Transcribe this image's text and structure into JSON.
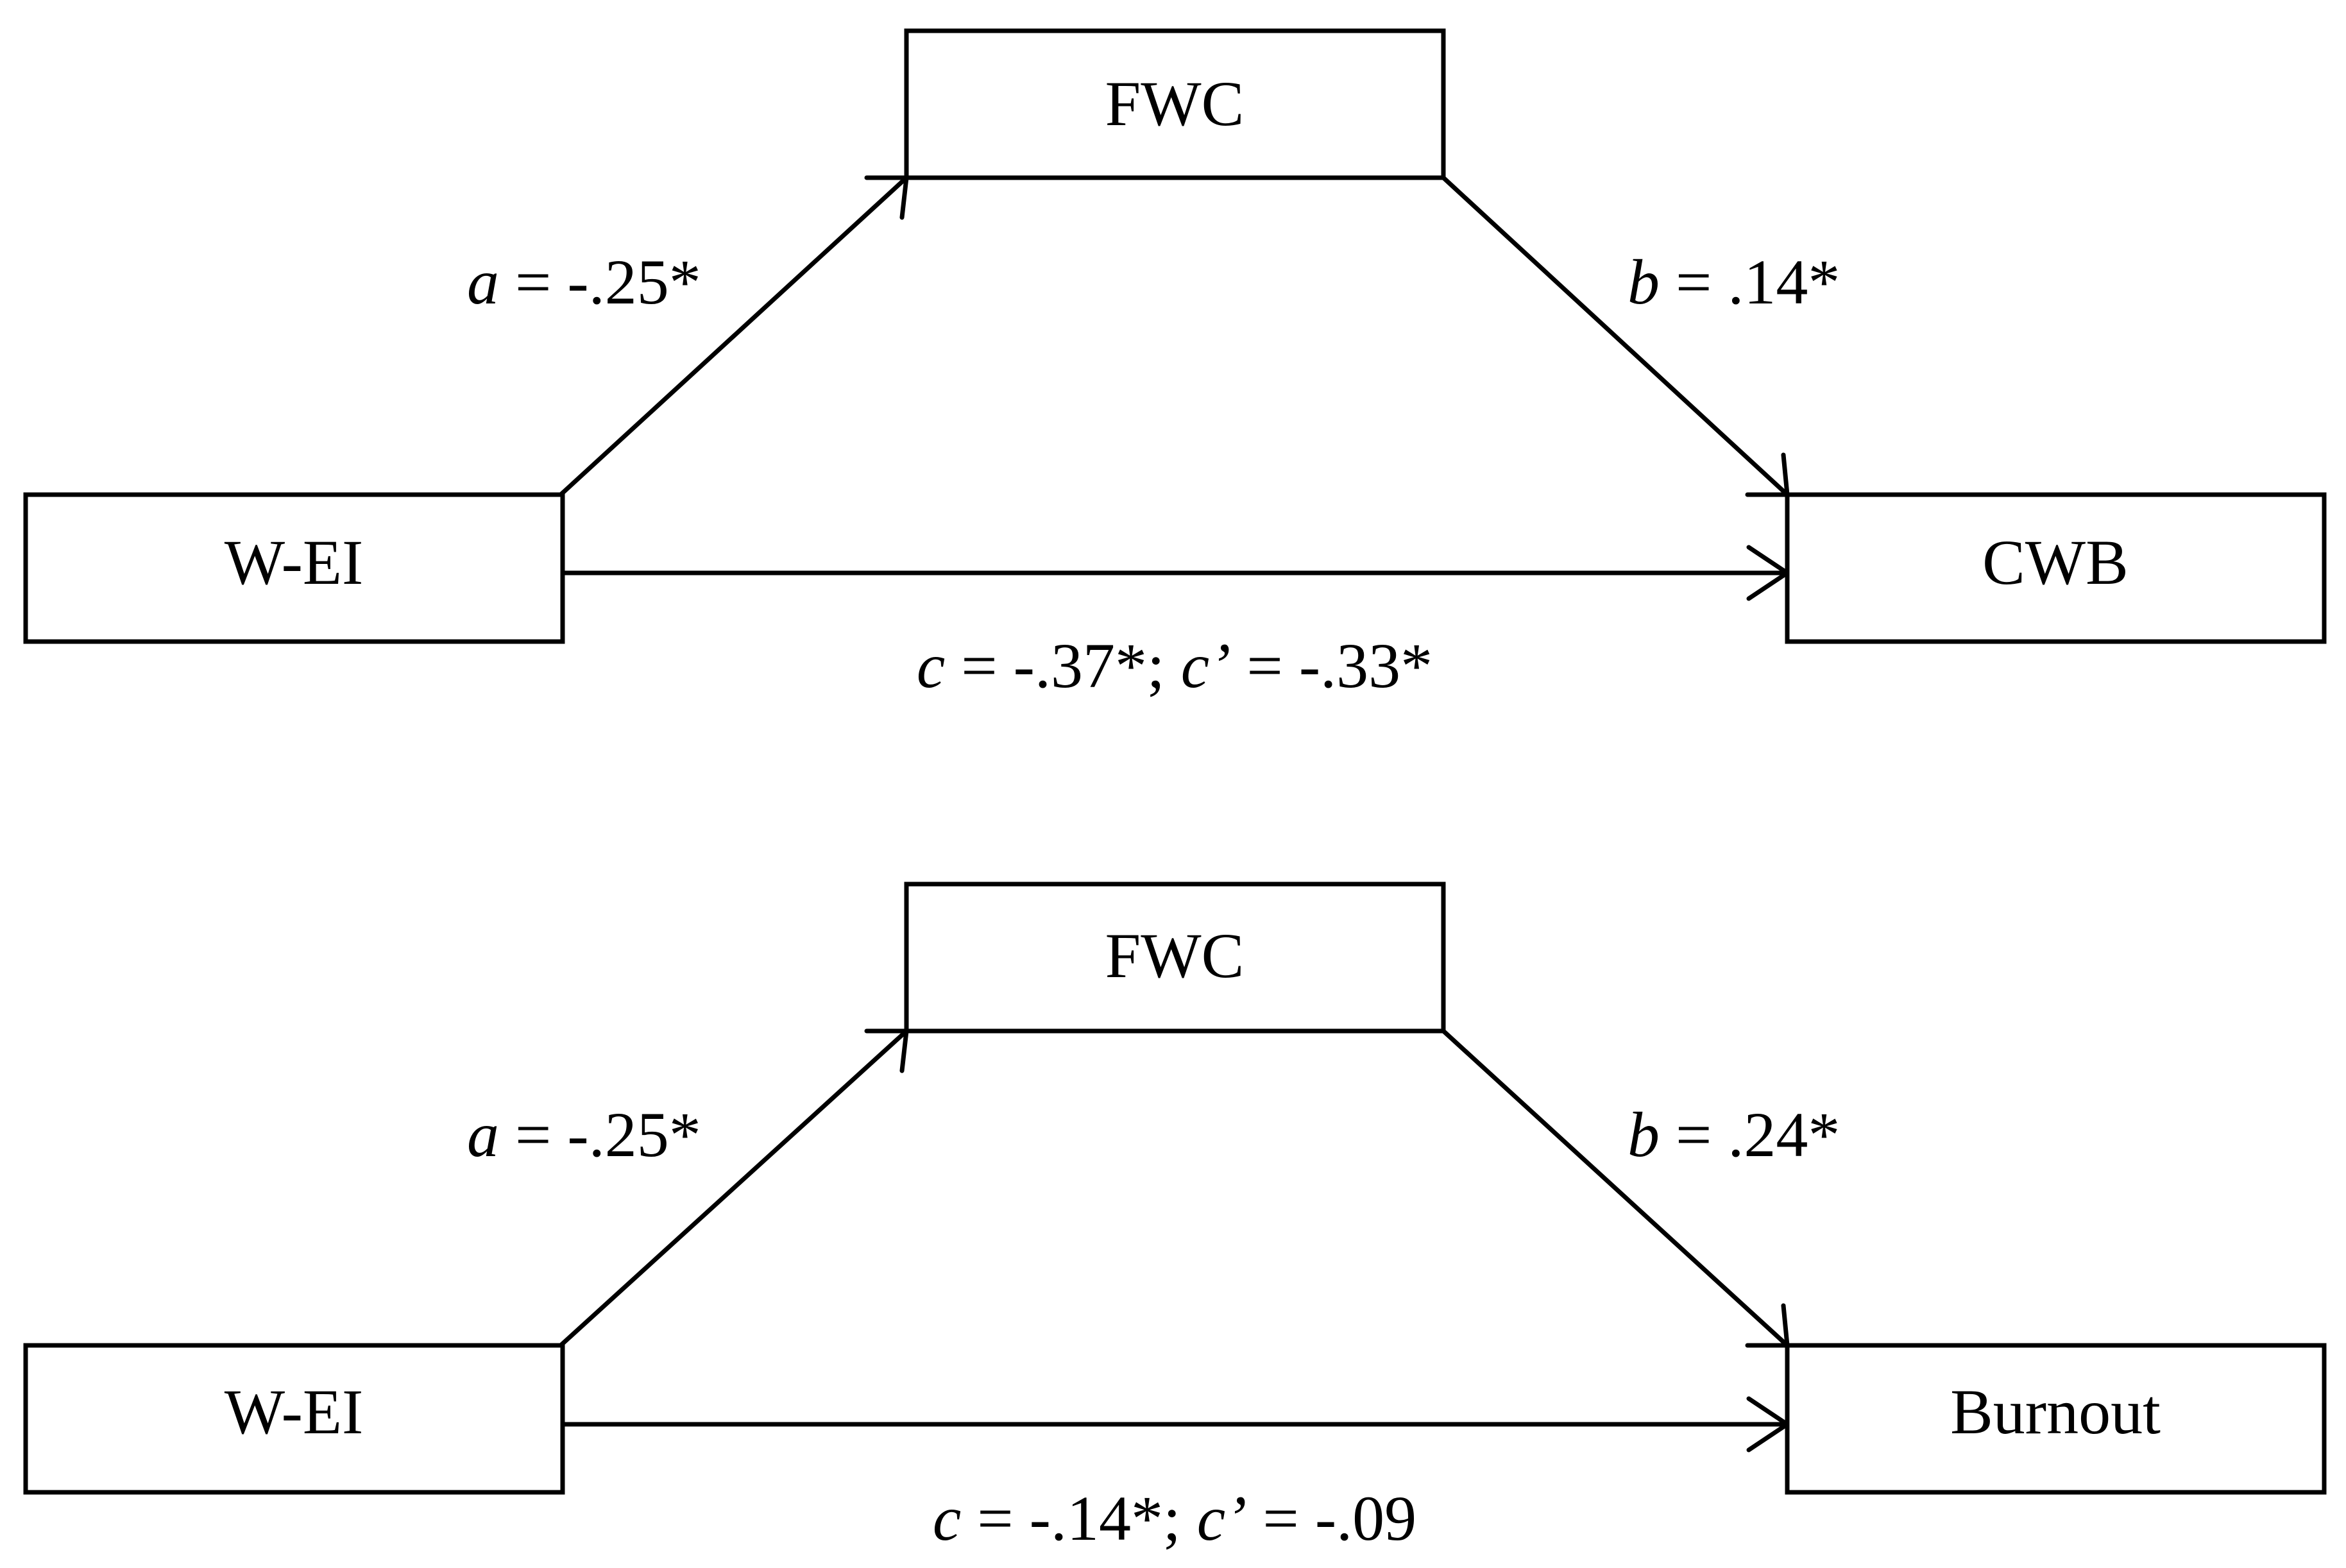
{
  "panels": [
    {
      "nodes": {
        "top": "FWC",
        "left": "W-EI",
        "right": "CWB"
      },
      "paths": {
        "a": {
          "symbol": "a",
          "value": " = -.25*"
        },
        "b": {
          "symbol": "b",
          "value": " = .14*"
        },
        "c": {
          "symbol": "c",
          "value": " = -.37*; ",
          "symbol2": "c’",
          "value2": " = -.33*"
        }
      }
    },
    {
      "nodes": {
        "top": "FWC",
        "left": "W-EI",
        "right": "Burnout"
      },
      "paths": {
        "a": {
          "symbol": "a",
          "value": " = -.25*"
        },
        "b": {
          "symbol": "b",
          "value": " = .24*"
        },
        "c": {
          "symbol": "c",
          "value": " = -.14*; ",
          "symbol2": "c’",
          "value2": " = -.09"
        }
      }
    }
  ]
}
